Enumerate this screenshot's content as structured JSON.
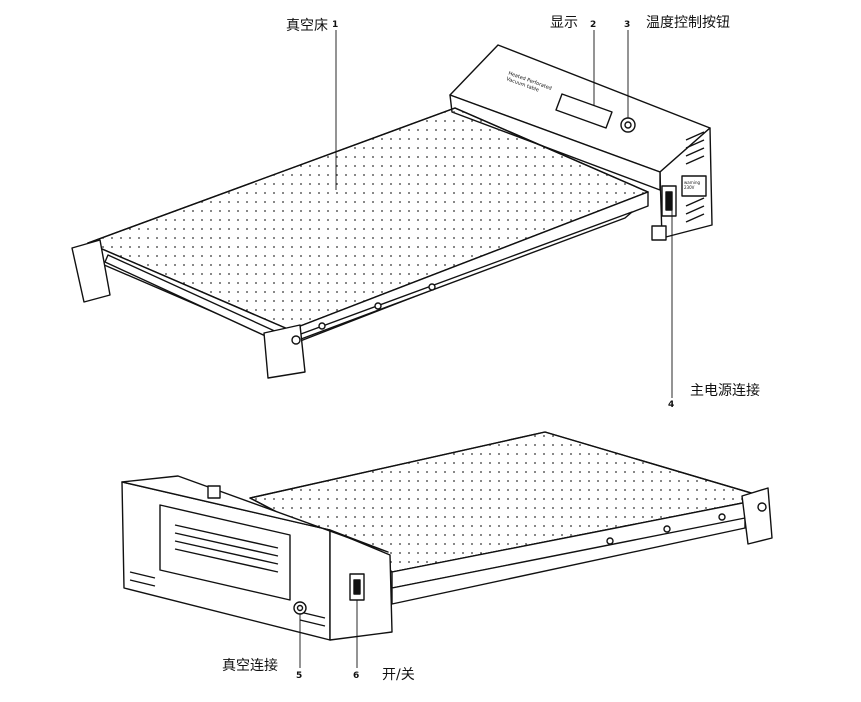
{
  "callouts": [
    {
      "num": "1",
      "text": "真空床"
    },
    {
      "num": "2",
      "text": "显示"
    },
    {
      "num": "3",
      "text": "温度控制按钮"
    },
    {
      "num": "4",
      "text": "主电源连接"
    },
    {
      "num": "5",
      "text": "真空连接"
    },
    {
      "num": "6",
      "text": "开/关"
    }
  ],
  "device": {
    "panel_text_line1": "Heated Perforated",
    "panel_text_line2": "Vacuum table",
    "warning_line1": "warning",
    "warning_line2": "230V"
  }
}
